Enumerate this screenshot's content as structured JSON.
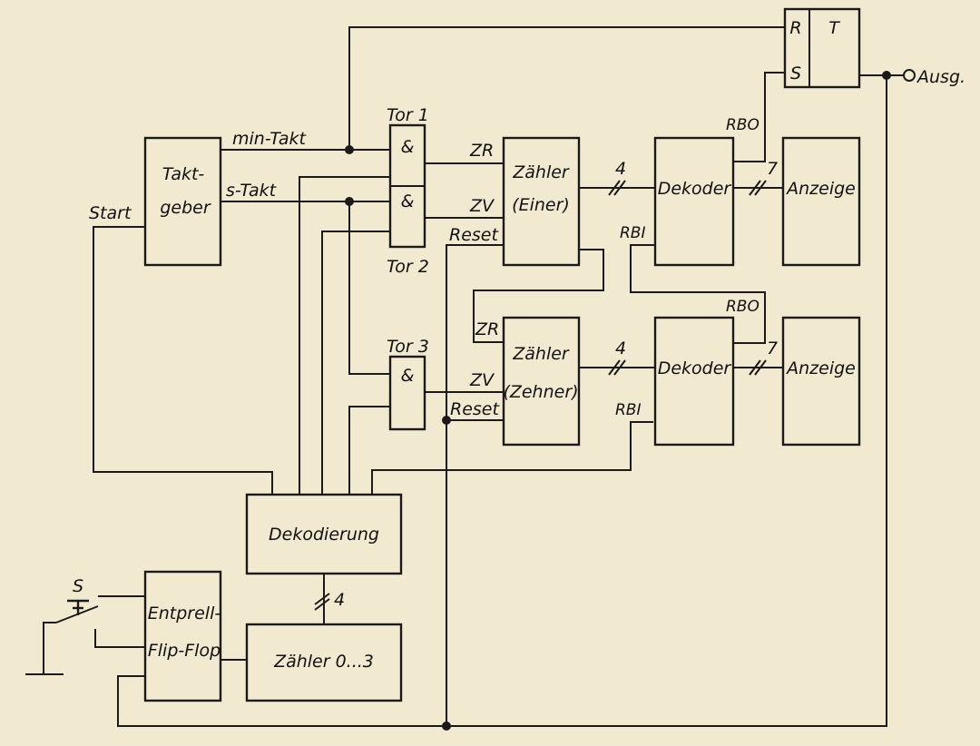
{
  "blocks": {
    "taktgeber": [
      "Takt-",
      "geber"
    ],
    "tor1_label": "Tor 1",
    "tor2_label": "Tor 2",
    "tor3_label": "Tor 3",
    "and_symbol": "&",
    "zaehler_einer": [
      "Zähler",
      "(Einer)"
    ],
    "zaehler_zehner": [
      "Zähler",
      "(Zehner)"
    ],
    "dekoder": "Dekoder",
    "anzeige": "Anzeige",
    "dekodierung": "Dekodierung",
    "entprell": [
      "Entprell-",
      "Flip-Flop"
    ],
    "zaehler_03": "Zähler 0...3",
    "rs_r": "R",
    "rs_s": "S",
    "rs_t": "T"
  },
  "signals": {
    "min_takt": "min-Takt",
    "s_takt": "s-Takt",
    "start": "Start",
    "zr": "ZR",
    "zv": "ZV",
    "reset": "Reset",
    "rbo": "RBO",
    "rbi": "RBI",
    "bus4": "4",
    "bus7": "7",
    "switch": "S",
    "output": "Ausg."
  }
}
